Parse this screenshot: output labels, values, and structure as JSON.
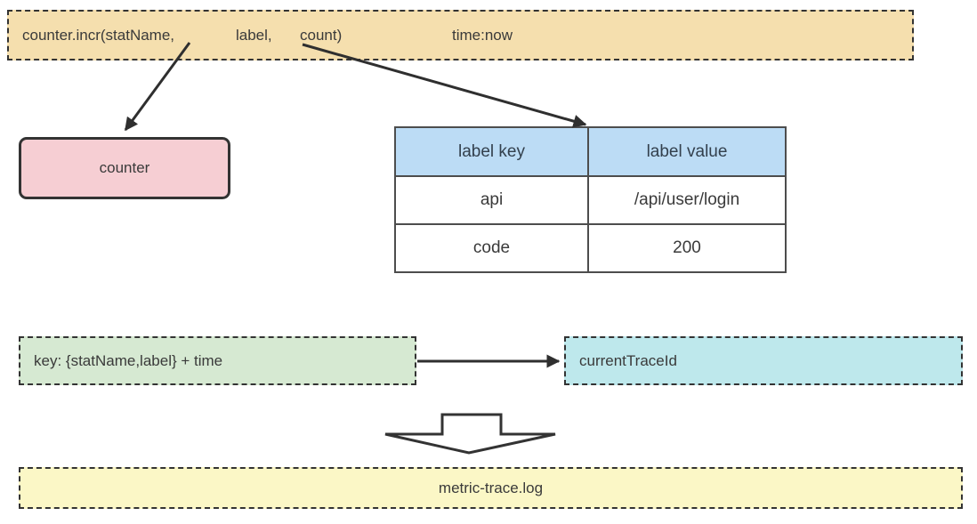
{
  "colors": {
    "tan": "#f5dfae",
    "pink": "#f6ced3",
    "blue": "#bcdcf5",
    "green": "#d6e9d2",
    "cyan": "#bee8ec",
    "yellow": "#fbf7c6",
    "border-dark": "#333333",
    "arrow": "#2f2f2f",
    "table-border": "#4d4d4d",
    "text": "#3a3a3a"
  },
  "top_box": {
    "call": "counter.incr(statName,",
    "label_arg": "label,",
    "count_arg": "count)",
    "time": "time:now"
  },
  "counter_box": {
    "label": "counter"
  },
  "label_table": {
    "headers": [
      "label key",
      "label value"
    ],
    "rows": [
      [
        "api",
        "/api/user/login"
      ],
      [
        "code",
        "200"
      ]
    ]
  },
  "key_box": {
    "label": "key: {statName,label} + time"
  },
  "trace_box": {
    "label": "currentTraceId"
  },
  "log_box": {
    "label": "metric-trace.log"
  }
}
